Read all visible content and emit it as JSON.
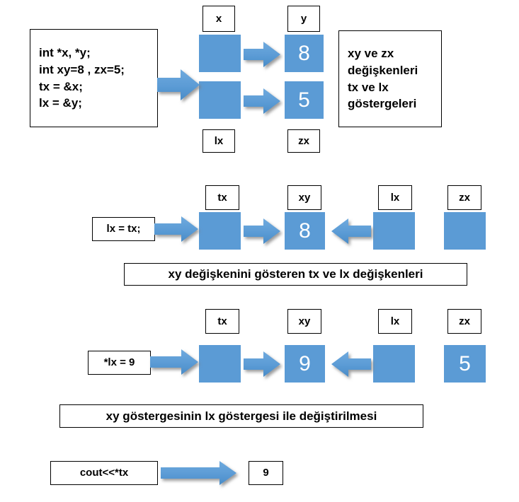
{
  "theme": {
    "cell_fill": "#5B9BD5",
    "arrow_fill": "#5B9BD5",
    "box_border": "#000000",
    "background": "#ffffff",
    "cell_text": "#ffffff",
    "box_text": "#000000"
  },
  "section1": {
    "code_box": {
      "lines": [
        "int *x, *y;",
        "int xy=8 , zx=5;",
        "tx = &x;",
        "lx = &y;"
      ]
    },
    "tags": {
      "top_left": "x",
      "top_right": "y",
      "bottom_left": "lx",
      "bottom_right": "zx"
    },
    "cells": {
      "top_left_value": "",
      "top_right_value": "8",
      "bottom_left_value": "",
      "bottom_right_value": "5"
    },
    "note_box": {
      "lines": [
        "xy ve zx",
        "değişkenleri",
        "tx ve lx",
        "göstergeleri"
      ]
    }
  },
  "section2": {
    "statement": "lx = tx;",
    "tags": {
      "tx": "tx",
      "xy": "xy",
      "lx": "lx",
      "zx": "zx"
    },
    "cells": {
      "tx_value": "",
      "xy_value": "8",
      "lx_value": "",
      "zx_value": ""
    },
    "caption": "xy değişkenini gösteren tx ve lx değişkenleri"
  },
  "section3": {
    "statement": "*lx = 9",
    "tags": {
      "tx": "tx",
      "xy": "xy",
      "lx": "lx",
      "zx": "zx"
    },
    "cells": {
      "tx_value": "",
      "xy_value": "9",
      "lx_value": "",
      "zx_value": "5"
    },
    "caption": "xy göstergesinin lx göstergesi ile değiştirilmesi"
  },
  "section4": {
    "statement": "cout<<*tx",
    "output": "9"
  }
}
